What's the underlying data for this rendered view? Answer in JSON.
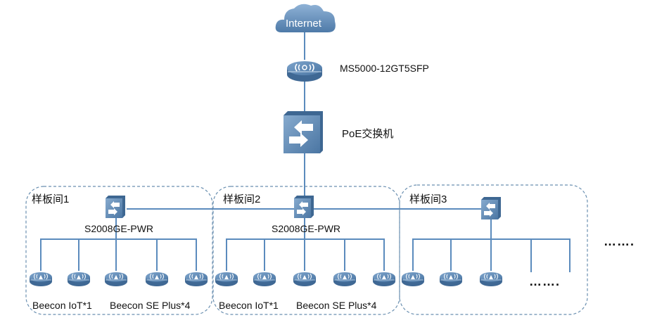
{
  "diagram": {
    "internet": {
      "label": "Internet"
    },
    "gateway": {
      "label": "MS5000-12GT5SFP",
      "icon": "wireless-router-icon"
    },
    "core_switch": {
      "label": "PoE交换机",
      "icon": "switch-icon"
    },
    "rooms": [
      {
        "name": "样板间1",
        "switch_label": "S2008GE-PWR",
        "ap_count": 5,
        "devices_label_1": "Beecon IoT*1",
        "devices_label_2": "Beecon SE Plus*4"
      },
      {
        "name": "样板间2",
        "switch_label": "S2008GE-PWR",
        "ap_count": 5,
        "devices_label_1": "Beecon IoT*1",
        "devices_label_2": "Beecon SE Plus*4"
      },
      {
        "name": "样板间3",
        "switch_label": "",
        "ap_count": 3,
        "more_label": "……."
      }
    ],
    "more_rooms_label": "……."
  },
  "colors": {
    "line": "#5b8bbd",
    "device_fill": "#5a86b5",
    "dash_border": "#6a8fb0"
  }
}
